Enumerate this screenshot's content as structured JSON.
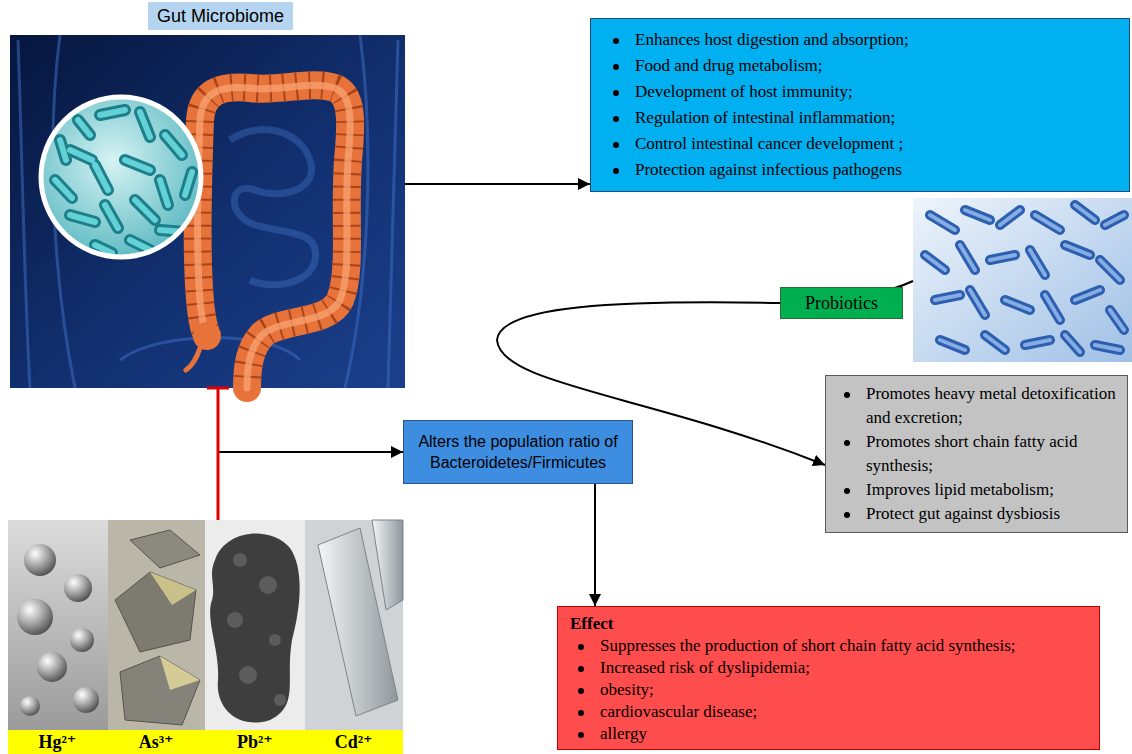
{
  "diagram": {
    "nodes": [
      {
        "text": [
          "Gut Microbiome"
        ]
      },
      {
        "text": [
          "Enhances host digestion and absorption;",
          "Food and drug metabolism;",
          "Development of host immunity;",
          "Regulation of intestinal inflammation;",
          "Control intestinal cancer development ;",
          "Protection against infectious pathogens"
        ]
      },
      {
        "text": [
          "Probiotics"
        ]
      },
      {
        "text": [
          "Promotes heavy metal detoxification and excretion;",
          "Promotes short chain fatty acid synthesis;",
          "Improves lipid metabolism;",
          "Protect gut against dysbiosis"
        ]
      },
      {
        "text": [
          "Alters the population ratio of Bacteroidetes/Firmicutes"
        ]
      },
      {
        "text": [
          "Hg²⁺",
          "As³⁺",
          "Pb²⁺",
          "Cd²⁺"
        ]
      },
      {
        "text": [
          "Effect",
          "Suppresses the production of short chain fatty acid synthesis;",
          "Increased risk of dyslipidemia;",
          "obesity;",
          "cardiovascular disease;",
          "allergy"
        ]
      }
    ],
    "edges": [
      {
        "from": 0,
        "to": 1,
        "arrow": "to"
      },
      {
        "from": 5,
        "to": 0,
        "arrow": "to"
      },
      {
        "from": 5,
        "to": 4,
        "arrow": "to"
      },
      {
        "from": 4,
        "to": 6,
        "arrow": "to"
      },
      {
        "from": 2,
        "to": 3,
        "arrow": "to"
      }
    ]
  }
}
